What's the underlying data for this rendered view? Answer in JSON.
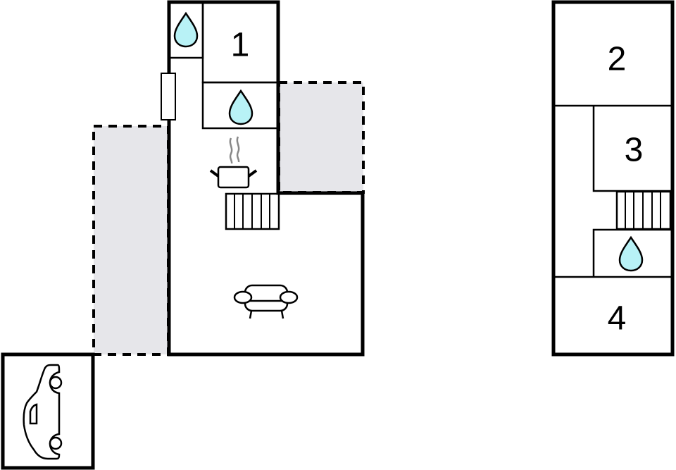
{
  "floor_plan": {
    "ground_floor": {
      "rooms": [
        {
          "id": "bedroom-1",
          "label": "1",
          "type": "bedroom"
        },
        {
          "id": "bathroom-small",
          "label": "",
          "type": "bathroom",
          "icon": "water-drop-icon"
        },
        {
          "id": "bathroom-1",
          "label": "",
          "type": "bathroom",
          "icon": "water-drop-icon"
        },
        {
          "id": "kitchen",
          "label": "",
          "type": "kitchen",
          "icon": "cooking-pot-icon"
        },
        {
          "id": "living-room",
          "label": "",
          "type": "living",
          "icon": "sofa-icon"
        },
        {
          "id": "stairs-ground",
          "label": "",
          "type": "stairs",
          "icon": "stairs-icon"
        },
        {
          "id": "terrace-left",
          "label": "",
          "type": "terrace"
        },
        {
          "id": "terrace-right",
          "label": "",
          "type": "terrace"
        },
        {
          "id": "parking",
          "label": "",
          "type": "parking",
          "icon": "car-icon"
        }
      ]
    },
    "upper_floor": {
      "rooms": [
        {
          "id": "bedroom-2",
          "label": "2",
          "type": "bedroom"
        },
        {
          "id": "bedroom-3",
          "label": "3",
          "type": "bedroom"
        },
        {
          "id": "bathroom-upper",
          "label": "",
          "type": "bathroom",
          "icon": "water-drop-icon"
        },
        {
          "id": "bedroom-4",
          "label": "4",
          "type": "bedroom"
        },
        {
          "id": "stairs-upper",
          "label": "",
          "type": "stairs",
          "icon": "stairs-icon"
        }
      ]
    },
    "colors": {
      "wall": "#000000",
      "terrace_fill": "#e6e6ea",
      "water_drop": "#b8f2f6",
      "background": "#ffffff"
    }
  },
  "labels": {
    "room1": "1",
    "room2": "2",
    "room3": "3",
    "room4": "4"
  }
}
